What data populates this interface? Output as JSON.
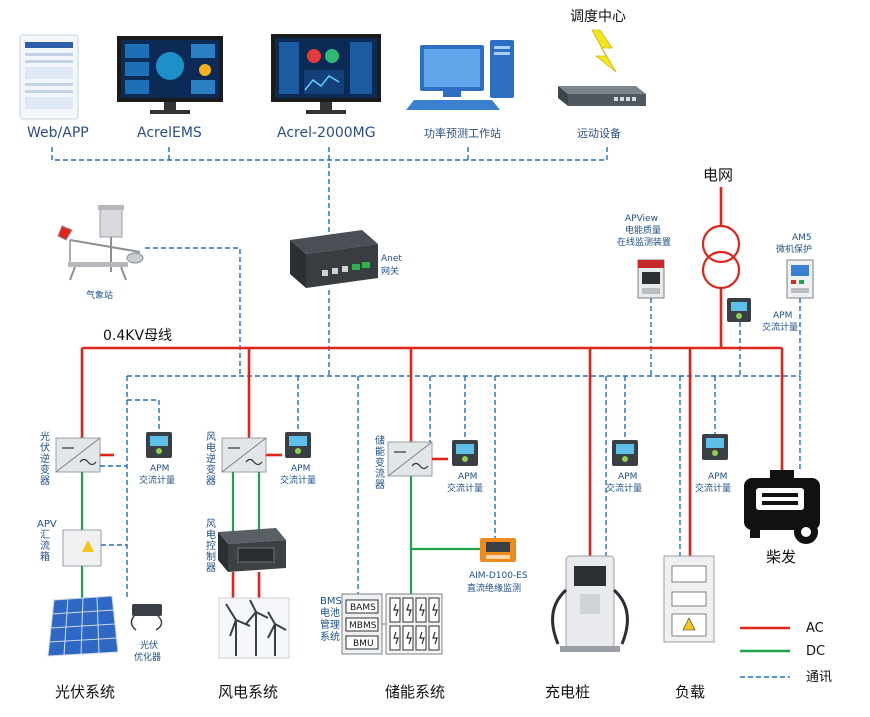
{
  "top": {
    "dispatch_center": "调度中心",
    "web_app": "Web/APP",
    "acrel_ems": "AcrelEMS",
    "acrel_2000mg": "Acrel-2000MG",
    "power_forecast": "功率预测工作站",
    "remote_device": "远动设备"
  },
  "grid_label": "电网",
  "weather_station": "气象站",
  "gateway": {
    "line1": "Anet",
    "line2": "网关"
  },
  "apview": {
    "line1": "APView",
    "line2": "电能质量",
    "line3": "在线监测装置"
  },
  "am5": {
    "line1": "AM5",
    "line2": "微机保护"
  },
  "apm": {
    "name": "APM",
    "desc": "交流计量"
  },
  "bus_label": "0.4KV母线",
  "pv": {
    "inverter": "光伏逆变器",
    "combiner": "APV汇流箱",
    "optimizer_l1": "光伏",
    "optimizer_l2": "优化器",
    "system": "光伏系统"
  },
  "wind": {
    "inverter": "风电逆变器",
    "controller": "风电控制器",
    "system": "风电系统"
  },
  "storage": {
    "pcs": "储能变流器",
    "bms": "BMS电池管理系统",
    "bams": "BAMS",
    "mbms": "MBMS",
    "bmu": "BMU",
    "aim_l1": "AIM-D100-ES",
    "aim_l2": "直流绝缘监测",
    "system": "储能系统"
  },
  "charging": {
    "system": "充电桩"
  },
  "load": {
    "system": "负载"
  },
  "diesel": {
    "system": "柴发"
  },
  "legend": [
    {
      "label": "AC",
      "color": "#e2231a"
    },
    {
      "label": "DC",
      "color": "#1ea34a"
    },
    {
      "label": "通讯",
      "color": "#1f6fbf"
    }
  ]
}
